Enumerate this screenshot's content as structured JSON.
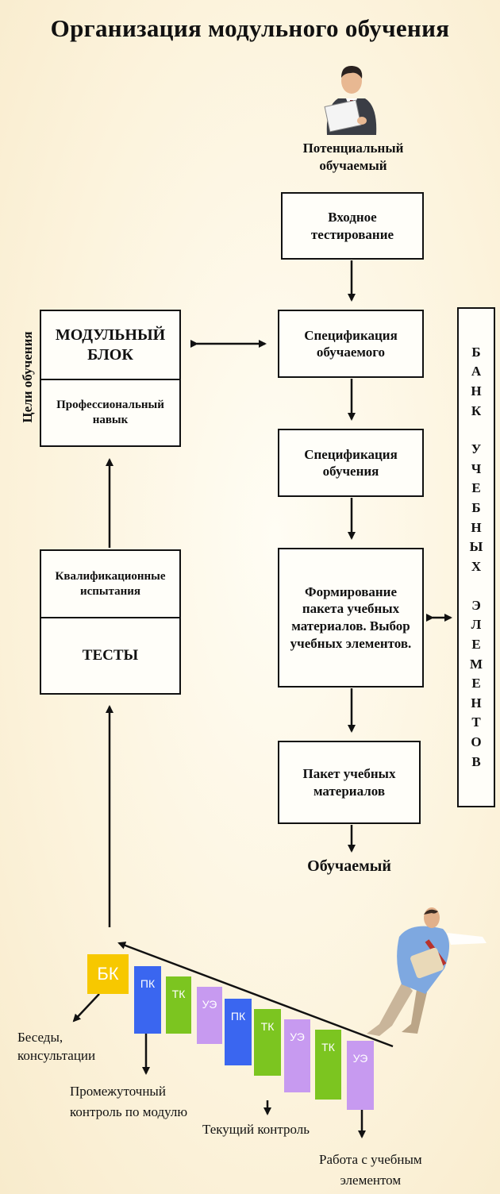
{
  "title": "Организация модульного обучения",
  "top_label": [
    "Потенциальный",
    "обучаемый"
  ],
  "boxes": {
    "entry_test": "Входное тестирование",
    "learner_spec": "Спецификация обучаемого",
    "training_spec": "Спецификация обучения",
    "package_form": "Формирование пакета учебных материалов. Выбор учебных элементов.",
    "package": "Пакет учебных материалов",
    "module_block": "МОДУЛЬНЫЙ БЛОК",
    "prof_skill": "Профессиональный навык",
    "qualification": "Квалификационные испытания",
    "tests": "ТЕСТЫ"
  },
  "learner_label": "Обучаемый",
  "goals_label": "Цели обучения",
  "bank": [
    "Б",
    "А",
    "Н",
    "К",
    "",
    "У",
    "Ч",
    "Е",
    "Б",
    "Н",
    "Ы",
    "Х",
    "",
    "Э",
    "Л",
    "Е",
    "М",
    "Е",
    "Н",
    "Т",
    "О",
    "В"
  ],
  "chips": [
    {
      "label": "БК",
      "color": "#f7c800"
    },
    {
      "label": "ПК",
      "color": "#3a66f0"
    },
    {
      "label": "ТК",
      "color": "#7cc520"
    },
    {
      "label": "УЭ",
      "color": "#c79af0"
    },
    {
      "label": "ПК",
      "color": "#3a66f0"
    },
    {
      "label": "ТК",
      "color": "#7cc520"
    },
    {
      "label": "УЭ",
      "color": "#c79af0"
    },
    {
      "label": "ТК",
      "color": "#7cc520"
    },
    {
      "label": "УЭ",
      "color": "#c79af0"
    }
  ],
  "notes": {
    "talks": [
      "Беседы,",
      "консультации"
    ],
    "intermediate": [
      "Промежуточный",
      "контроль по модулю"
    ],
    "current": "Текущий контроль",
    "work": [
      "Работа с учебным",
      "элементом"
    ]
  },
  "icons": [
    "reading-man-icon",
    "falling-man-icon"
  ]
}
